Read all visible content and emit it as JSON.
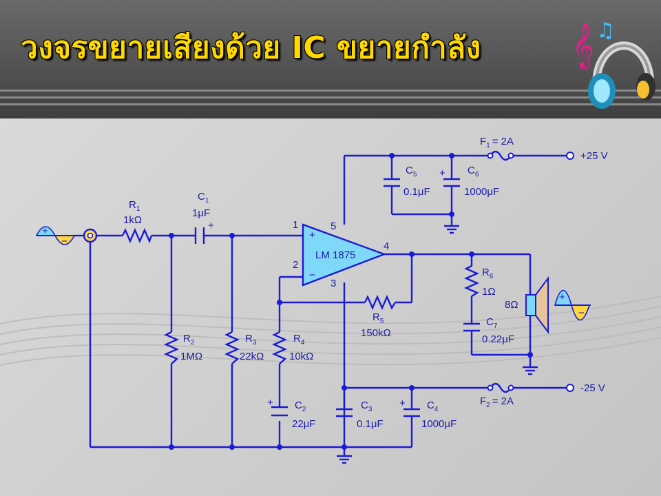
{
  "slide": {
    "title": "วงจรขยายเสียงด้วย IC ขยายกำลัง",
    "header_icon": "music-headphones-icon"
  },
  "colors": {
    "title_text": "#ffd800",
    "header_bg": "#555555",
    "content_bg": "#cfcfcf",
    "wire": "#1a1ad8",
    "component_fill": "#80d8f8"
  },
  "circuit": {
    "ic": {
      "part": "LM 1875",
      "pin1": "1",
      "pin2": "2",
      "pin3": "3",
      "pin4": "4",
      "pin5": "5",
      "in_plus": "+",
      "in_minus": "−"
    },
    "fuses": [
      {
        "ref": "F",
        "sub": "1",
        "value": "= 2A",
        "supply": "+25 V"
      },
      {
        "ref": "F",
        "sub": "2",
        "value": "= 2A",
        "supply": "-25 V"
      }
    ],
    "resistors": [
      {
        "ref": "R",
        "sub": "1",
        "value": "1kΩ"
      },
      {
        "ref": "R",
        "sub": "2",
        "value": "1MΩ"
      },
      {
        "ref": "R",
        "sub": "3",
        "value": "22kΩ"
      },
      {
        "ref": "R",
        "sub": "4",
        "value": "10kΩ"
      },
      {
        "ref": "R",
        "sub": "5",
        "value": "150kΩ"
      },
      {
        "ref": "R",
        "sub": "6",
        "value": "1Ω"
      }
    ],
    "capacitors": [
      {
        "ref": "C",
        "sub": "1",
        "value": "1μF",
        "polarity": "+"
      },
      {
        "ref": "C",
        "sub": "2",
        "value": "22μF",
        "polarity": "+"
      },
      {
        "ref": "C",
        "sub": "3",
        "value": "0.1μF"
      },
      {
        "ref": "C",
        "sub": "4",
        "value": "1000μF",
        "polarity": "+"
      },
      {
        "ref": "C",
        "sub": "5",
        "value": "0.1μF"
      },
      {
        "ref": "C",
        "sub": "6",
        "value": "1000μF",
        "polarity": "+"
      },
      {
        "ref": "C",
        "sub": "7",
        "value": "0.22μF"
      }
    ],
    "speaker": {
      "impedance": "8Ω"
    },
    "signal": {
      "plus": "+",
      "minus": "−"
    }
  }
}
